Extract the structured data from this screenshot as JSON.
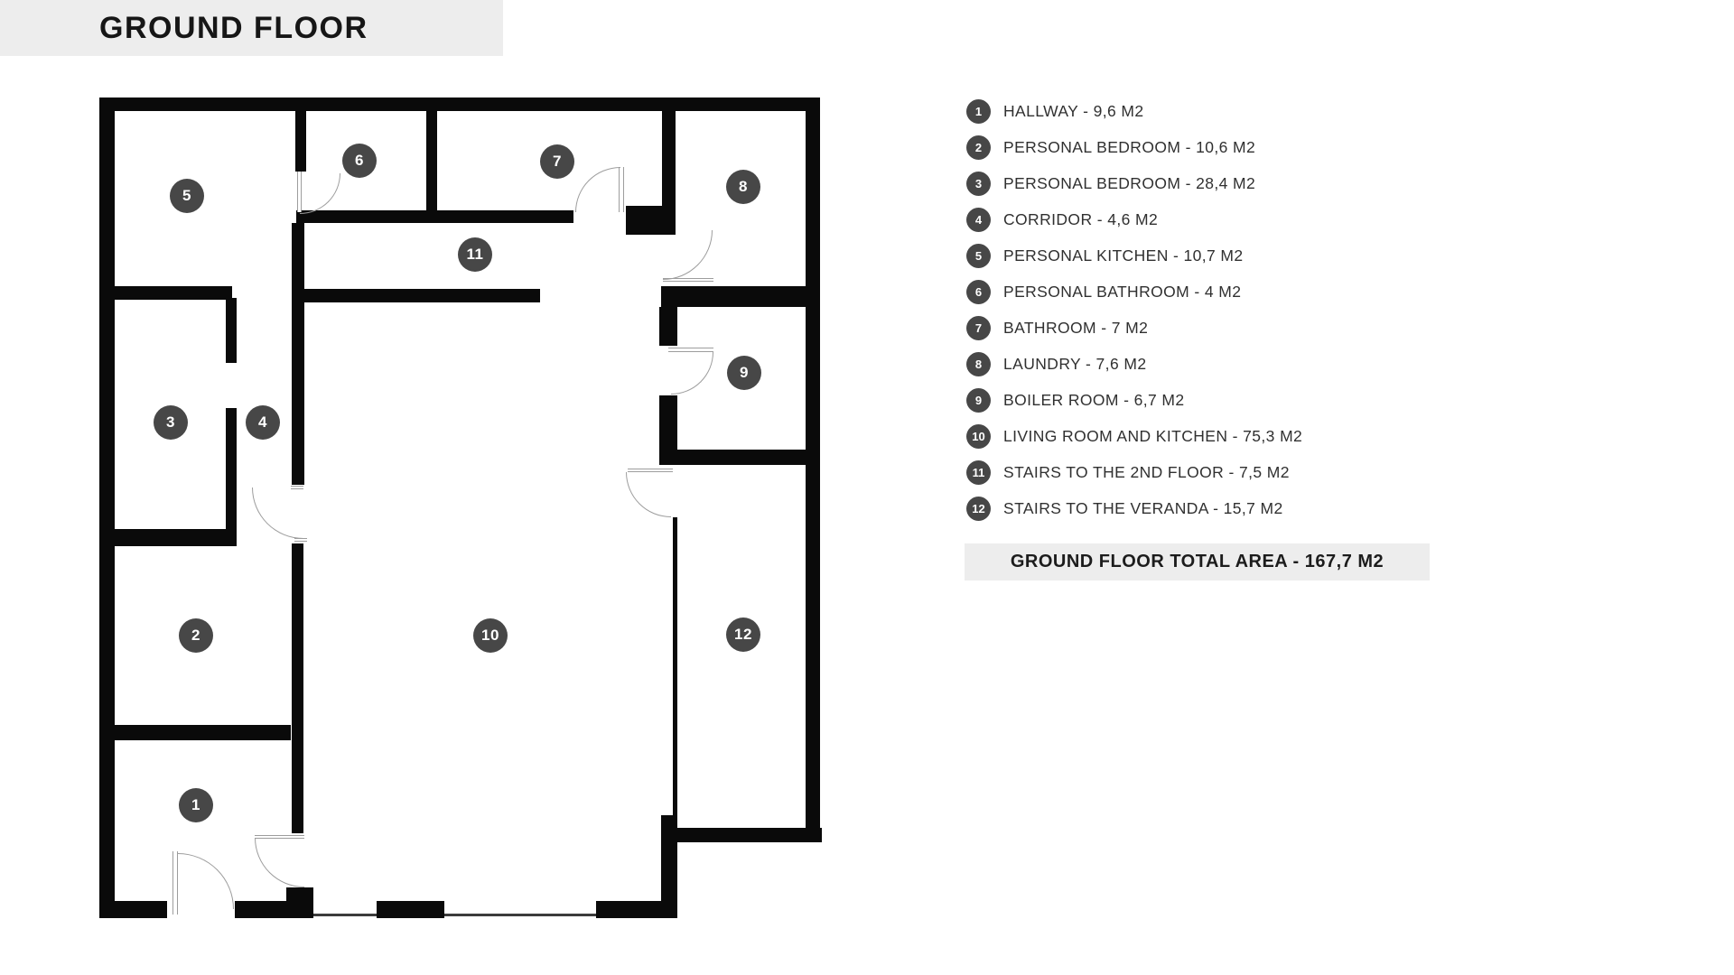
{
  "title": "GROUND FLOOR",
  "legend": {
    "items": [
      {
        "n": "1",
        "label": "HALLWAY - 9,6 M2"
      },
      {
        "n": "2",
        "label": "PERSONAL BEDROOM - 10,6 M2"
      },
      {
        "n": "3",
        "label": "PERSONAL BEDROOM - 28,4 M2"
      },
      {
        "n": "4",
        "label": "CORRIDOR - 4,6 M2"
      },
      {
        "n": "5",
        "label": "PERSONAL KITCHEN - 10,7 M2"
      },
      {
        "n": "6",
        "label": "PERSONAL BATHROOM - 4 M2"
      },
      {
        "n": "7",
        "label": "BATHROOM - 7 M2"
      },
      {
        "n": "8",
        "label": "LAUNDRY - 7,6 M2"
      },
      {
        "n": "9",
        "label": "BOILER ROOM - 6,7 M2"
      },
      {
        "n": "10",
        "label": "LIVING ROOM AND KITCHEN - 75,3 M2"
      },
      {
        "n": "11",
        "label": "STAIRS TO THE 2ND FLOOR - 7,5 M2"
      },
      {
        "n": "12",
        "label": "STAIRS TO THE VERANDA - 15,7 M2"
      }
    ]
  },
  "total": {
    "label": "GROUND FLOOR TOTAL AREA - 167,7 M2"
  },
  "plan": {
    "badges": [
      {
        "n": "1"
      },
      {
        "n": "2"
      },
      {
        "n": "3"
      },
      {
        "n": "4"
      },
      {
        "n": "5"
      },
      {
        "n": "6"
      },
      {
        "n": "7"
      },
      {
        "n": "8"
      },
      {
        "n": "9"
      },
      {
        "n": "10"
      },
      {
        "n": "11"
      },
      {
        "n": "12"
      }
    ]
  },
  "colors": {
    "wall": "#0a0a0a",
    "badge": "#474747",
    "panel": "#ededed"
  }
}
